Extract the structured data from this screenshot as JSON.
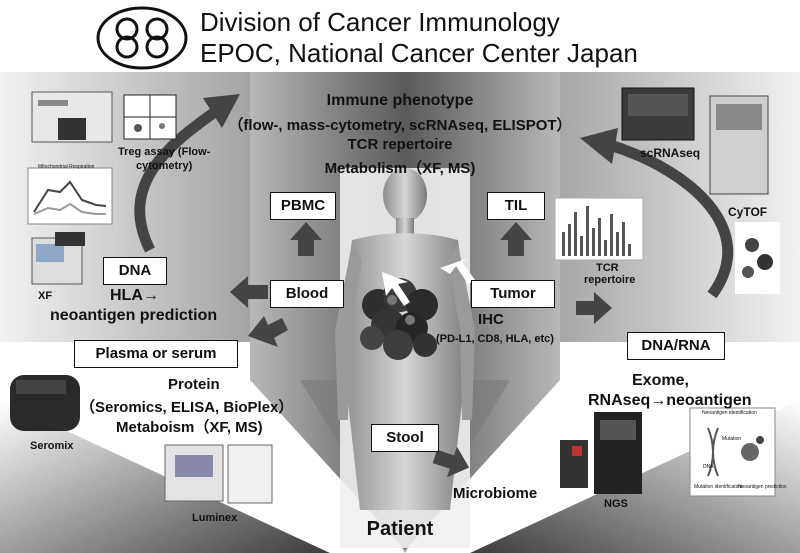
{
  "header": {
    "title_line1": "Division of Cancer Immunology",
    "title_line2": "EPOC, National Cancer Center Japan"
  },
  "center": {
    "immune_phenotype": "Immune phenotype",
    "methods": "（flow-, mass-cytometry, scRNAseq, ELISPOT）",
    "tcr": "TCR repertoire",
    "metabolism": "Metabolism（XF, MS)",
    "patient": "Patient"
  },
  "boxes": {
    "pbmc": "PBMC",
    "til": "TIL",
    "dna": "DNA",
    "blood": "Blood",
    "tumor": "Tumor",
    "plasma": "Plasma or serum",
    "dna_rna": "DNA/RNA",
    "stool": "Stool"
  },
  "texts": {
    "hla": "HLA→",
    "neoantigen_prediction": "neoantigen prediction",
    "ihc": "IHC",
    "ihc_detail": "(PD-L1, CD8, HLA, etc)",
    "protein": "Protein",
    "protein_methods": "（Seromics, ELISA, BioPlex）",
    "protein_metab": "Metaboism（XF, MS)",
    "exome": "Exome,",
    "rnaseq": "RNAseq→neoantigen",
    "microbiome": "Microbiome"
  },
  "instrument_labels": {
    "treg": "Treg assay (Flow-",
    "treg2": "cytometry)",
    "xf": "XF",
    "scrnaseq": "scRNAseq",
    "cytof": "CyTOF",
    "tcr_rep1": "TCR",
    "tcr_rep2": "repertoire",
    "seromix": "Seromix",
    "luminex": "Luminex",
    "ngs": "NGS"
  },
  "inset_labels": {
    "mito": "Mitochondrial Respiration",
    "neo_id": "Neoantigen identification",
    "mutation": "Mutation",
    "dna": "DNA",
    "mut_id": "Mutation identification",
    "neo_pred": "Neoantigen prediction"
  },
  "colors": {
    "dark_gray": "#3a3a3a",
    "mid_gray": "#8a8a8a",
    "light_gray": "#cfcfcf",
    "arrow": "#444444"
  }
}
